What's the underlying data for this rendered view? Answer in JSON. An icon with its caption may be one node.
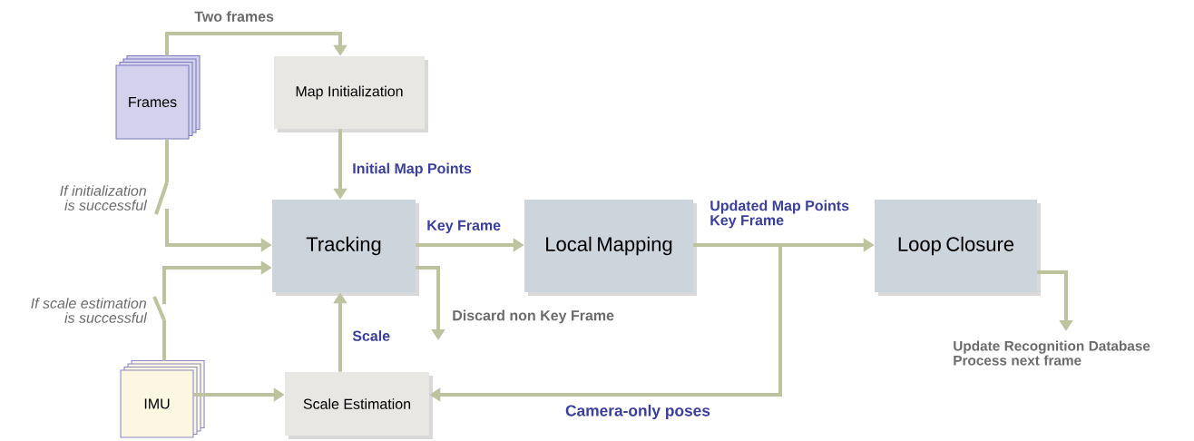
{
  "diagram": {
    "nodes": [
      {
        "text": [
          "Frames"
        ]
      },
      {
        "text": [
          "Map Initialization"
        ]
      },
      {
        "text": [
          "Tracking"
        ]
      },
      {
        "text": [
          "Local Mapping"
        ]
      },
      {
        "text": [
          "Loop Closure"
        ]
      },
      {
        "text": [
          "IMU"
        ]
      },
      {
        "text": [
          "Scale Estimation"
        ]
      }
    ],
    "edges": [
      {
        "from": 0,
        "to": 1,
        "arrow": "to",
        "label": "Two frames"
      },
      {
        "from": 1,
        "to": 2,
        "arrow": "to",
        "label": "Initial Map Points"
      },
      {
        "from": 0,
        "to": 2,
        "arrow": "to",
        "label": "If initialization is successful"
      },
      {
        "from": 5,
        "to": 2,
        "arrow": "to",
        "label": "If scale estimation is successful"
      },
      {
        "from": 2,
        "to": 3,
        "arrow": "to",
        "label": "Key Frame"
      },
      {
        "from": 3,
        "to": 4,
        "arrow": "to",
        "label": "Updated Map Points Key Frame"
      },
      {
        "from": 3,
        "to": 6,
        "arrow": "to",
        "label": "Camera-only poses"
      },
      {
        "from": 2,
        "to": null,
        "arrow": "to",
        "label": "Discard non Key Frame"
      },
      {
        "from": 4,
        "to": null,
        "arrow": "to",
        "label": "Update Recognition Database Process next frame"
      },
      {
        "from": 5,
        "to": 6,
        "arrow": "to"
      },
      {
        "from": 6,
        "to": 2,
        "arrow": "to",
        "label": "Scale"
      }
    ]
  }
}
